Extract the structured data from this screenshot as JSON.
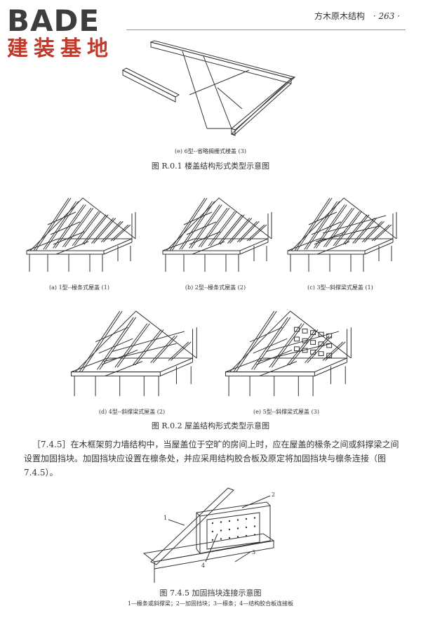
{
  "logo": {
    "brand": "BADE",
    "subtitle": "建装基地"
  },
  "header": {
    "chapter": "方木原木结构",
    "page_number": "· 263 ·"
  },
  "figure_r01": {
    "sub_caption": "(e) 6型--省略搁栅式楼盖 (3)",
    "caption": "图 R.0.1   楼盖结构形式类型示意图"
  },
  "figure_r02": {
    "sub_captions": [
      "(a) 1型--椽条式屋盖 (1)",
      "(b) 2型--椽条式屋盖 (2)",
      "(c) 3型--斜撑梁式屋盖 (1)",
      "(d) 4型--斜撑梁式屋盖 (2)",
      "(e) 5型--斜撑梁式屋盖 (3)"
    ],
    "caption": "图 R.0.2   屋盖结构形式类型示意图"
  },
  "section": {
    "text": "［7.4.5］在木框架剪力墙结构中，当屋盖位于空旷的房间上时，应在屋盖的椽条之间或斜撑梁之间设置加固挡块。加固挡块应设置在檩条处，并应采用结构胶合板及原定将加固挡块与檩条连接（图 7.4.5）。"
  },
  "figure_745": {
    "callouts": [
      "1",
      "2",
      "3",
      "4"
    ],
    "caption": "图 7.4.5   加固挡块连接示意图",
    "legend": "1—椽条或斜撑梁；2—加固挡块；3—檩条；4—结构胶合板连接板"
  },
  "colors": {
    "logo_text": "#3d3d3d",
    "logo_accent": "#c0392b",
    "line_art": "#333333"
  }
}
